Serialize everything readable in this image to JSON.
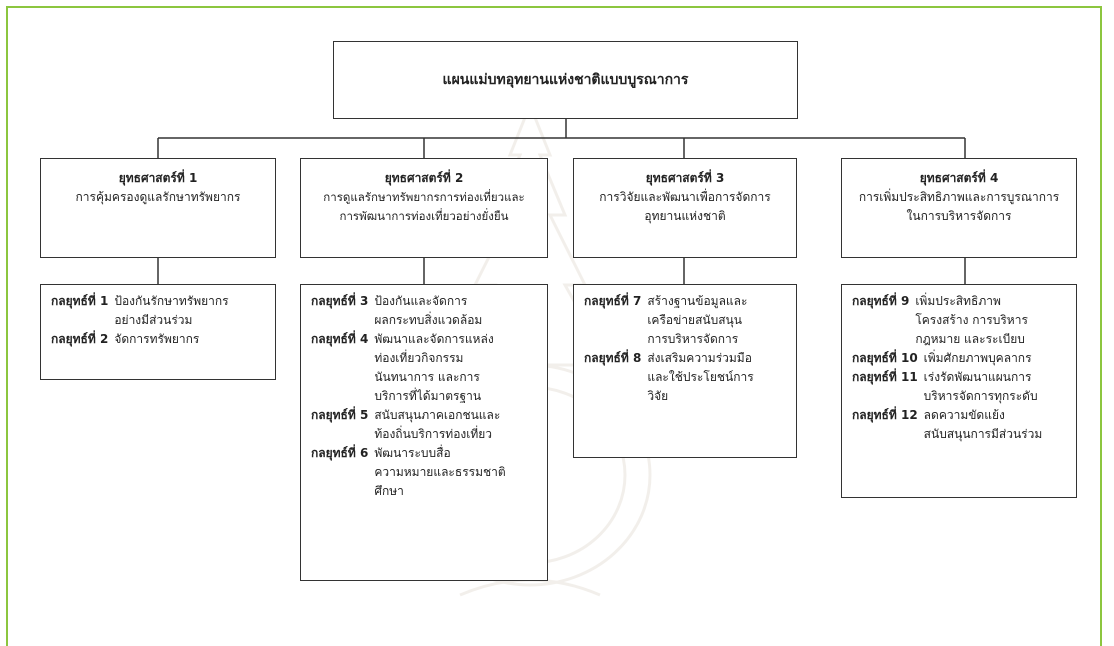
{
  "root_title": "แผนแม่บทอุทยานแห่งชาติแบบบูรณาการ",
  "strategies": [
    {
      "title": "ยุทธศาสตร์ที่ 1",
      "lines": [
        "การคุ้มครองดูแลรักษาทรัพยากร"
      ]
    },
    {
      "title": "ยุทธศาสตร์ที่ 2",
      "lines": [
        "การดูแลรักษาทรัพยากรการท่องเที่ยวและ",
        "การพัฒนาการท่องเที่ยวอย่างยั่งยืน"
      ]
    },
    {
      "title": "ยุทธศาสตร์ที่ 3",
      "lines": [
        "การวิจัยและพัฒนาเพื่อการจัดการ",
        "อุทยานแห่งชาติ"
      ]
    },
    {
      "title": "ยุทธศาสตร์ที่ 4",
      "lines": [
        "การเพิ่มประสิทธิภาพและการบูรณาการ",
        "ในการบริหารจัดการ"
      ]
    }
  ],
  "tactic_groups": [
    [
      {
        "label": "กลยุทธ์ที่ 1",
        "lines": [
          "ป้องกันรักษาทรัพยากร",
          "อย่างมีส่วนร่วม"
        ]
      },
      {
        "label": "กลยุทธ์ที่ 2",
        "lines": [
          "จัดการทรัพยากร"
        ]
      }
    ],
    [
      {
        "label": "กลยุทธ์ที่ 3",
        "lines": [
          "ป้องกันและจัดการ",
          "ผลกระทบสิ่งแวดล้อม"
        ]
      },
      {
        "label": "กลยุทธ์ที่ 4",
        "lines": [
          "พัฒนาและจัดการแหล่ง",
          "ท่องเที่ยวกิจกรรม",
          "นันทนาการ และการ",
          "บริการที่ได้มาตรฐาน"
        ]
      },
      {
        "label": "กลยุทธ์ที่ 5",
        "lines": [
          "สนับสนุนภาคเอกชนและ",
          "ท้องถิ่นบริการท่องเที่ยว"
        ]
      },
      {
        "label": "กลยุทธ์ที่ 6",
        "lines": [
          "พัฒนาระบบสื่อ",
          "ความหมายและธรรมชาติ",
          "ศึกษา"
        ]
      }
    ],
    [
      {
        "label": "กลยุทธ์ที่ 7",
        "lines": [
          "สร้างฐานข้อมูลและ",
          "เครือข่ายสนับสนุน",
          "การบริหารจัดการ"
        ]
      },
      {
        "label": "กลยุทธ์ที่ 8",
        "lines": [
          "ส่งเสริมความร่วมมือ",
          "และใช้ประโยชน์การ",
          "วิจัย"
        ]
      }
    ],
    [
      {
        "label": "กลยุทธ์ที่ 9",
        "lines": [
          "เพิ่มประสิทธิภาพ",
          "โครงสร้าง การบริหาร",
          "กฎหมาย และระเบียบ"
        ]
      },
      {
        "label": "กลยุทธ์ที่ 10",
        "lines": [
          "เพิ่มศักยภาพบุคลากร"
        ]
      },
      {
        "label": "กลยุทธ์ที่ 11",
        "lines": [
          "เร่งรัดพัฒนาแผนการ",
          "บริหารจัดการทุกระดับ"
        ]
      },
      {
        "label": "กลยุทธ์ที่ 12",
        "lines": [
          "ลดความขัดแย้ง",
          "สนับสนุนการมีส่วนร่วม"
        ]
      }
    ]
  ],
  "colors": {
    "frame": "#8cc63f",
    "line": "#333333"
  }
}
